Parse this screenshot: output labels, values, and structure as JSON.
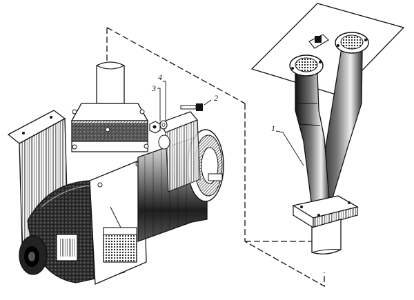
{
  "figure": {
    "callouts": [
      {
        "id": "1",
        "label": "1",
        "part": "branch-duct"
      },
      {
        "id": "2",
        "label": "2",
        "part": "bolt"
      },
      {
        "id": "3",
        "label": "3",
        "part": "nut"
      },
      {
        "id": "4",
        "label": "4",
        "part": "washer"
      }
    ],
    "colors": {
      "ink": "#111111",
      "paper": "#ffffff",
      "shade": "#2a2a2a"
    }
  }
}
